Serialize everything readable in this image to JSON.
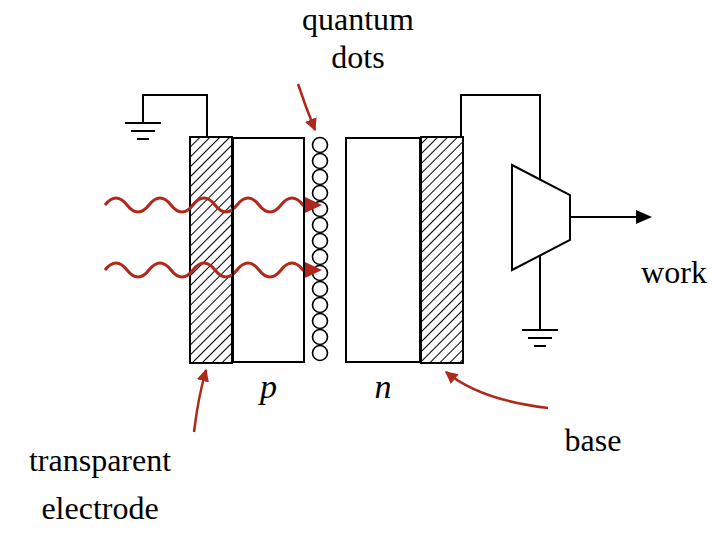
{
  "diagram": {
    "nodes": [
      {
        "text": [
          "p"
        ]
      },
      {
        "text": [
          "n"
        ]
      }
    ],
    "labels": [
      "quantum dots",
      "transparent electrode",
      "base",
      "work"
    ]
  }
}
